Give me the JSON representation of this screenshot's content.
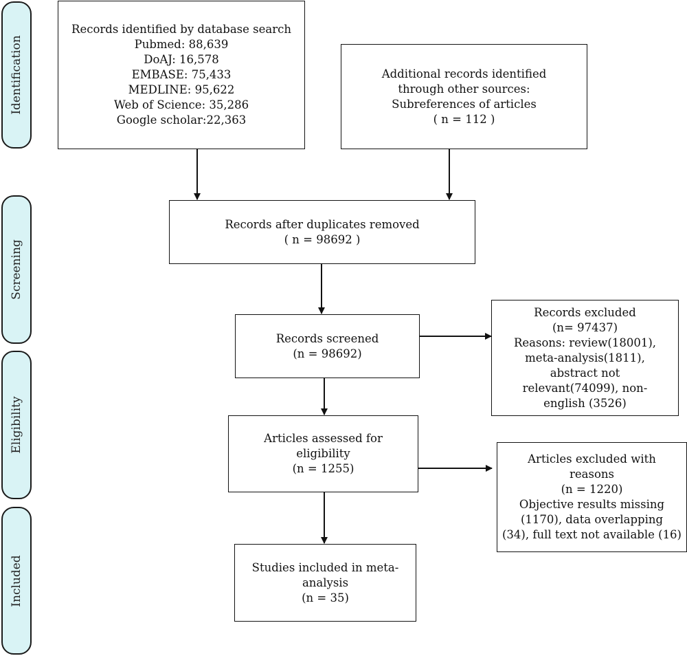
{
  "phases": {
    "identification": "Identification",
    "screening": "Screening",
    "eligibility": "Eligibility",
    "included": "Included"
  },
  "boxes": {
    "database_search": {
      "lines": [
        "Records identified by database search",
        "Pubmed: 88,639",
        "DoAJ: 16,578",
        "EMBASE: 75,433",
        "MEDLINE: 95,622",
        "Web of Science: 35,286",
        "Google scholar:22,363"
      ]
    },
    "other_sources": {
      "lines": [
        "Additional records identified",
        "through other sources:",
        "Subreferences of articles",
        "( n = 112 )"
      ]
    },
    "duplicates_removed": {
      "lines": [
        "Records after duplicates removed",
        "( n = 98692 )"
      ]
    },
    "screened": {
      "lines": [
        "Records screened",
        "(n = 98692)"
      ]
    },
    "excluded": {
      "lines": [
        "Records excluded",
        "(n= 97437)",
        "Reasons: review(18001),",
        "meta-analysis(1811),",
        "abstract not",
        "relevant(74099), non-",
        "english (3526)"
      ]
    },
    "eligibility": {
      "lines": [
        "Articles assessed for",
        "eligibility",
        "(n = 1255)"
      ]
    },
    "articles_excluded": {
      "lines": [
        "Articles excluded with",
        "reasons",
        "(n = 1220)",
        "Objective results missing",
        "(1170), data overlapping",
        "(34), full text not available (16)"
      ]
    },
    "included": {
      "lines": [
        "Studies included in meta-",
        "analysis",
        "(n = 35)"
      ]
    }
  }
}
